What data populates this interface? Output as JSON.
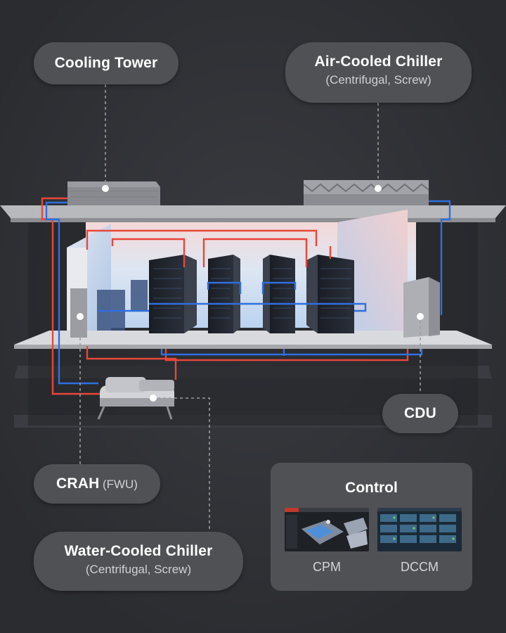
{
  "labels": {
    "cooling_tower": "Cooling Tower",
    "air_chiller_title": "Air-Cooled Chiller",
    "air_chiller_sub": "(Centrifugal, Screw)",
    "cdu": "CDU",
    "crah": "CRAH",
    "crah_sub": "(FWU)",
    "water_chiller_title": "Water-Cooled Chiller",
    "water_chiller_sub": "(Centrifugal, Screw)"
  },
  "control": {
    "title": "Control",
    "items": [
      {
        "label": "CPM",
        "icon": "cpm-screen-icon"
      },
      {
        "label": "DCCM",
        "icon": "dccm-screen-icon"
      }
    ]
  },
  "colors": {
    "background": "#2e2f33",
    "pill": "#505155",
    "hot_water": "#e8473a",
    "cold_water": "#2f6fe0",
    "leader_line": "#9a9b9f"
  }
}
